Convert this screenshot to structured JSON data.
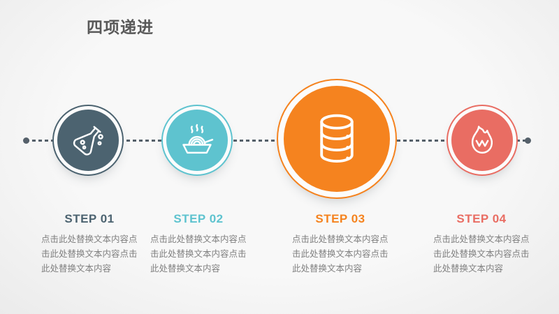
{
  "slide": {
    "title": "四项递进",
    "title_color": "#595959",
    "background_center": "#f8f8f8",
    "background_edge": "#ebebeb",
    "body_text_color": "#808080"
  },
  "timeline": {
    "line_color": "#55606A",
    "endpoints": "dots"
  },
  "steps": [
    {
      "label": "STEP 01",
      "color": "#4C6370",
      "icon": "flask-icon",
      "emphasized": false,
      "body": "点击此处替换文本内容点\n击此处替换文本内容点击\n此处替换文本内容"
    },
    {
      "label": "STEP 02",
      "color": "#5EC3CF",
      "icon": "noodles-icon",
      "emphasized": false,
      "body": "点击此处替换文本内容点\n击此处替换文本内容点击\n此处替换文本内容"
    },
    {
      "label": "STEP 03",
      "color": "#F5831F",
      "icon": "database-icon",
      "emphasized": true,
      "body": "点击此处替换文本内容点\n击此处替换文本内容点击\n此处替换文本内容"
    },
    {
      "label": "STEP 04",
      "color": "#E96D63",
      "icon": "flame-icon",
      "emphasized": false,
      "body": "点击此处替换文本内容点\n击此处替换文本内容点击\n此处替换文本内容"
    }
  ]
}
